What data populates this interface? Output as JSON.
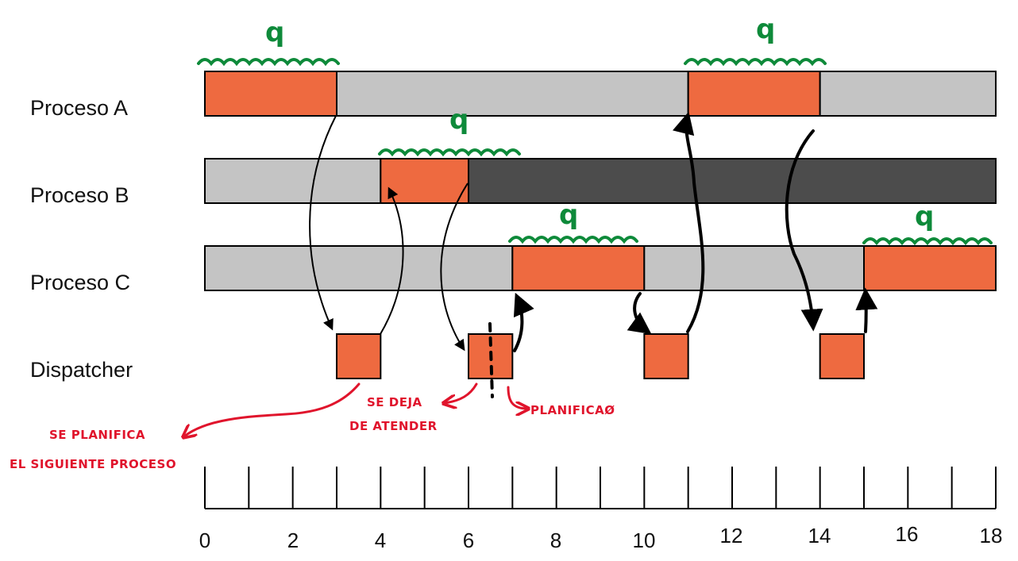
{
  "diagram": {
    "processes": [
      {
        "id": "A",
        "label": "Proceso A"
      },
      {
        "id": "B",
        "label": "Proceso B"
      },
      {
        "id": "C",
        "label": "Proceso C"
      },
      {
        "id": "D",
        "label": "Dispatcher"
      }
    ],
    "time_axis": {
      "ticks": [
        "0",
        "2",
        "4",
        "6",
        "8",
        "10",
        "12",
        "14",
        "16",
        "18"
      ],
      "min": 0,
      "max": 18
    },
    "segments": [
      {
        "process": "A",
        "start": 0,
        "end": 3,
        "state": "running"
      },
      {
        "process": "A",
        "start": 3,
        "end": 11,
        "state": "ready"
      },
      {
        "process": "A",
        "start": 11,
        "end": 14,
        "state": "running"
      },
      {
        "process": "A",
        "start": 14,
        "end": 18,
        "state": "ready"
      },
      {
        "process": "B",
        "start": 0,
        "end": 4,
        "state": "ready"
      },
      {
        "process": "B",
        "start": 4,
        "end": 6,
        "state": "running"
      },
      {
        "process": "B",
        "start": 6,
        "end": 18,
        "state": "blocked"
      },
      {
        "process": "C",
        "start": 0,
        "end": 7,
        "state": "ready"
      },
      {
        "process": "C",
        "start": 7,
        "end": 10,
        "state": "running"
      },
      {
        "process": "C",
        "start": 10,
        "end": 15,
        "state": "ready"
      },
      {
        "process": "C",
        "start": 15,
        "end": 18,
        "state": "running"
      },
      {
        "process": "D",
        "start": 3,
        "end": 4,
        "state": "running"
      },
      {
        "process": "D",
        "start": 6,
        "end": 7,
        "state": "running"
      },
      {
        "process": "D",
        "start": 10,
        "end": 11,
        "state": "running"
      },
      {
        "process": "D",
        "start": 14,
        "end": 15,
        "state": "running"
      }
    ],
    "colors": {
      "running": "#ee6a40",
      "ready": "#c4c4c4",
      "blocked": "#4c4c4c",
      "annotation_red": "#e0142c",
      "annotation_green": "#0e8a3a"
    },
    "quantum_label": "q",
    "annotations": {
      "next_process_line1": "SE PLANIFICA",
      "next_process_line2": "EL SIGUIENTE PROCESO",
      "stop_attending_line1": "SE DEJA",
      "stop_attending_line2": "DE ATENDER",
      "scheduled": "PLANIFICAØ"
    }
  }
}
